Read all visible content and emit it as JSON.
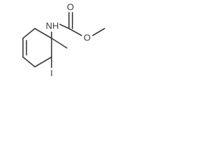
{
  "molecule": {
    "atoms": {
      "nh": "NH",
      "o_carbonyl": "O",
      "o_ester": "O",
      "iodine": "I"
    }
  }
}
